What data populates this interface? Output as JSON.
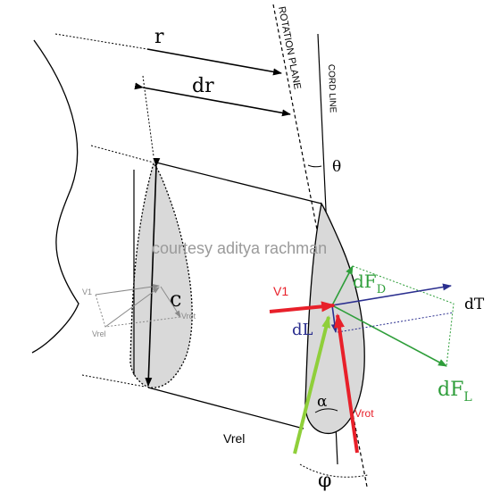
{
  "labels": {
    "r": "r",
    "dr": "dr",
    "rotation_plane": "ROTATION PLANE",
    "cord_line": "CORD LINE",
    "theta": "θ",
    "chord": "c",
    "watermark": "courtesy aditya rachman",
    "dF_D_main": "dF",
    "dF_D_sub": "D",
    "dF_L_main": "dF",
    "dF_L_sub": "L",
    "dT": "dT",
    "dL": "dL",
    "V1": "V1",
    "Vrot": "Vrot",
    "Vrel": "Vrel",
    "alpha": "α",
    "phi": "φ",
    "small_V1": "V1",
    "small_Vrot": "Vrot",
    "small_Vrel": "Vrel"
  },
  "colors": {
    "outline": "#000000",
    "airfoil_fill": "#d9d9d9",
    "red": "#e8202a",
    "green": "#2e9e3a",
    "lime": "#8fcf3a",
    "navy": "#2b2f8f",
    "watermark": "#9a9a9a",
    "small_gray": "#8a8a8a"
  }
}
